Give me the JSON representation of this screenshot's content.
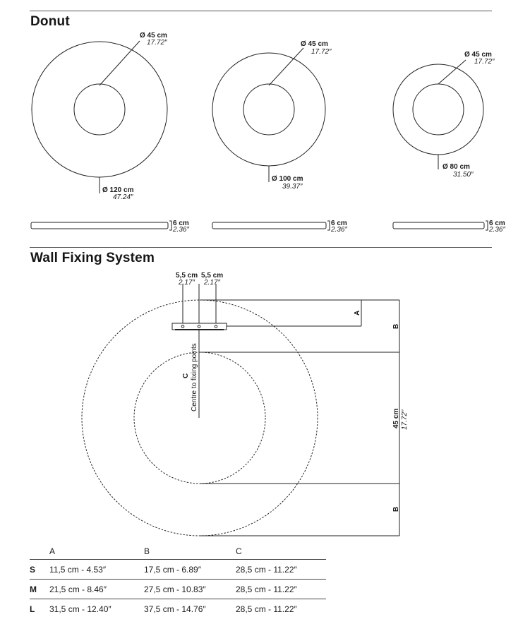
{
  "sections": {
    "donut_title": "Donut",
    "wall_title": "Wall Fixing System"
  },
  "donut_sizes": [
    {
      "outer_cm": "Ø 120 cm",
      "outer_in": "47.24″",
      "inner_cm": "Ø 45 cm",
      "inner_in": "17.72″",
      "depth_cm": "6 cm",
      "depth_in": "2.36″"
    },
    {
      "outer_cm": "Ø 100 cm",
      "outer_in": "39.37″",
      "inner_cm": "Ø 45 cm",
      "inner_in": "17.72″",
      "depth_cm": "6 cm",
      "depth_in": "2.36″"
    },
    {
      "outer_cm": "Ø 80 cm",
      "outer_in": "31.50″",
      "inner_cm": "Ø 45 cm",
      "inner_in": "17.72″",
      "depth_cm": "6 cm",
      "depth_in": "2.36″"
    }
  ],
  "wall": {
    "bracket_left_cm": "5,5 cm",
    "bracket_left_in": "2.17″",
    "bracket_right_cm": "5,5 cm",
    "bracket_right_in": "2.17″",
    "label_a": "A",
    "label_b_top": "B",
    "label_b_bottom": "B",
    "label_c": "C",
    "c_caption": "Centre to fixing points",
    "inner_cm": "45 cm",
    "inner_in": "17.72″"
  },
  "table": {
    "headers": [
      "",
      "A",
      "B",
      "C"
    ],
    "rows": [
      {
        "size": "S",
        "a": "11,5 cm -   4.53″",
        "b": "17,5 cm -   6.89″",
        "c": "28,5 cm - 11.22″"
      },
      {
        "size": "M",
        "a": "21,5 cm -   8.46″",
        "b": "27,5 cm - 10.83″",
        "c": "28,5 cm - 11.22″"
      },
      {
        "size": "L",
        "a": "31,5 cm - 12.40″",
        "b": "37,5 cm - 14.76″",
        "c": "28,5 cm - 11.22″"
      }
    ]
  }
}
